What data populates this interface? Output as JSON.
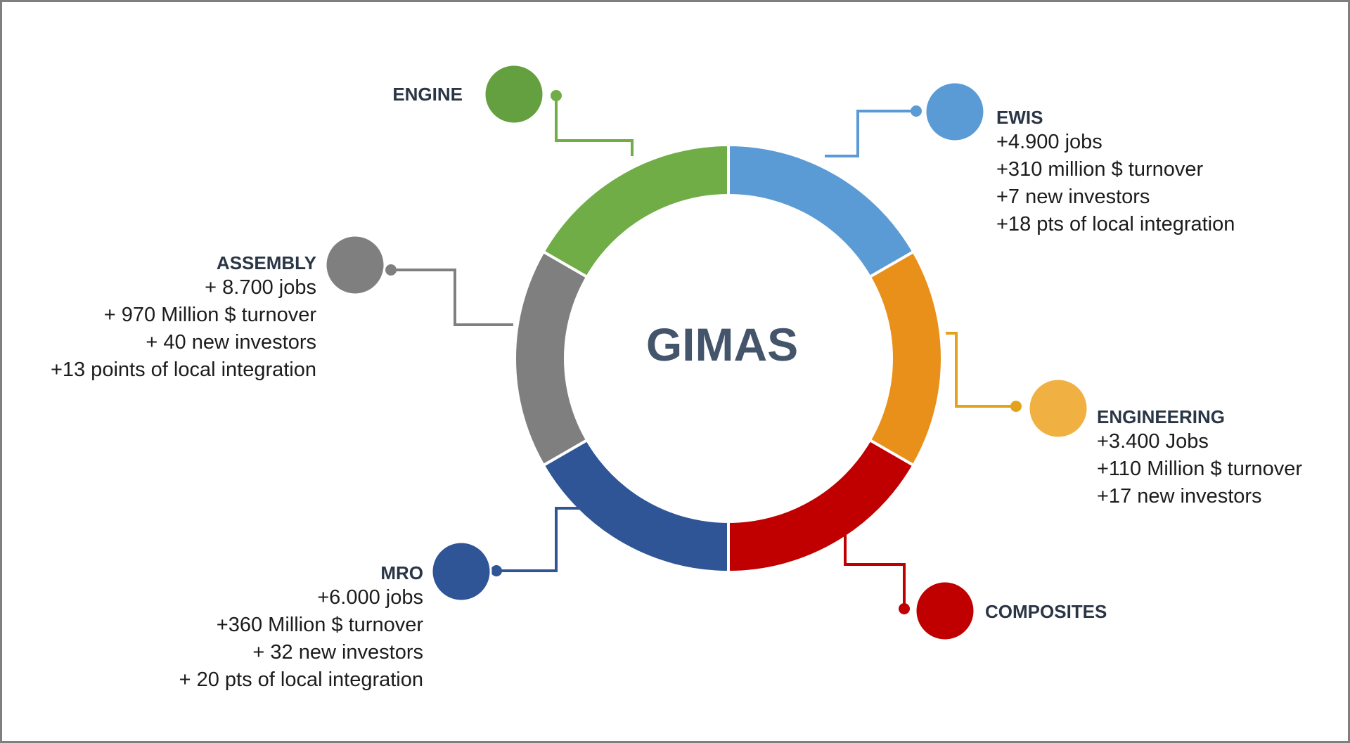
{
  "center_label": "GIMAS",
  "colors": {
    "center_text": "#44546a",
    "frame": "#7f7f7f",
    "title_text": "#2a3646"
  },
  "segments": [
    {
      "id": "engine",
      "title": "ENGINE",
      "color": "#70ad47",
      "bubble_color": "#64a03f",
      "stats": []
    },
    {
      "id": "ewis",
      "title": "EWIS",
      "color": "#5b9bd5",
      "bubble_color": "#5b9bd5",
      "stats": [
        "+4.900 jobs",
        "+310 million  $ turnover",
        "+7 new  investors",
        "+18 pts of local  integration"
      ]
    },
    {
      "id": "engineering",
      "title": "ENGINEERING",
      "color": "#e8901a",
      "bubble_color": "#f0b042",
      "stats": [
        "+3.400 Jobs",
        "+110 Million  $ turnover",
        "+17 new investors"
      ]
    },
    {
      "id": "composites",
      "title": "COMPOSITES",
      "color": "#c00000",
      "bubble_color": "#c00000",
      "stats": []
    },
    {
      "id": "mro",
      "title": "MRO",
      "color": "#2f5597",
      "bubble_color": "#2f5597",
      "stats": [
        "+6.000 jobs",
        "+360 Million $ turnover",
        "+ 32 new  investors",
        "+ 20 pts of local integration"
      ]
    },
    {
      "id": "assembly",
      "title": "ASSEMBLY",
      "color": "#7f7f7f",
      "bubble_color": "#7f7f7f",
      "stats": [
        "+ 8.700 jobs",
        "+ 970 Million  $ turnover",
        "+ 40 new  investors",
        "+13 points  of local  integration"
      ]
    }
  ]
}
